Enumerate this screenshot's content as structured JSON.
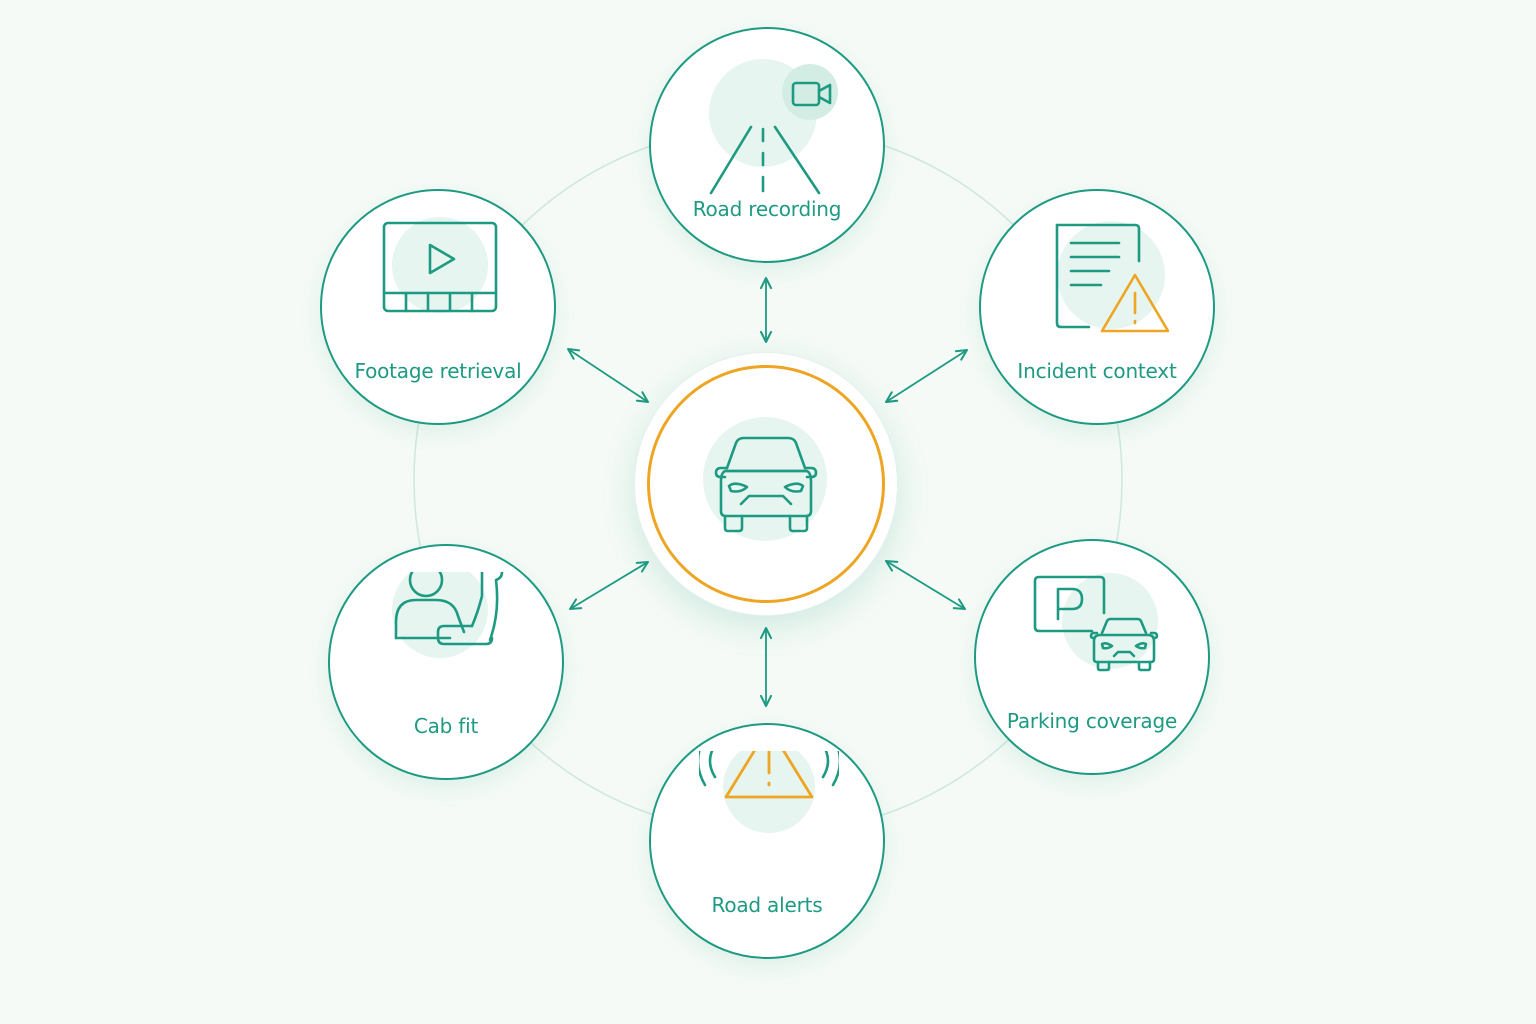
{
  "diagram": {
    "hub": {
      "icon": "car-front-icon"
    },
    "nodes": [
      {
        "id": "road-recording",
        "label": "Road recording",
        "icon": "road-camera-icon"
      },
      {
        "id": "incident-context",
        "label": "Incident context",
        "icon": "document-warning-icon"
      },
      {
        "id": "parking-coverage",
        "label": "Parking coverage",
        "icon": "parking-car-icon"
      },
      {
        "id": "road-alerts",
        "label": "Road alerts",
        "icon": "alert-signal-icon"
      },
      {
        "id": "cab-fit",
        "label": "Cab fit",
        "icon": "driver-seat-icon"
      },
      {
        "id": "footage-retrieval",
        "label": "Footage retrieval",
        "icon": "video-film-icon"
      }
    ],
    "colors": {
      "primary": "#1e9a82",
      "accent": "#eda523",
      "tint": "#e6f5ef",
      "background": "#f5faf6",
      "orbit": "#cfe8df"
    }
  }
}
